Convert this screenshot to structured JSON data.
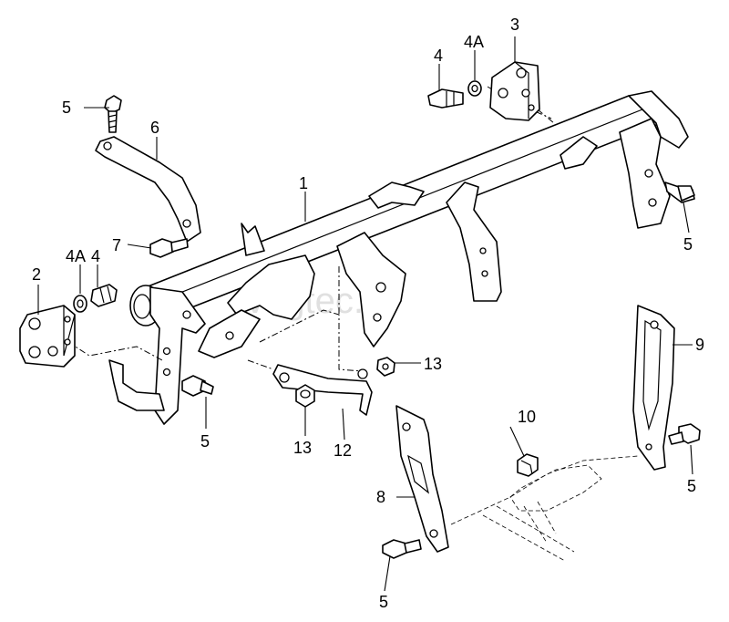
{
  "watermark": "vagtec.ru",
  "callouts": {
    "c1": "1",
    "c2": "2",
    "c3": "3",
    "c4_left": "4",
    "c4_top": "4",
    "c4a_left": "4A",
    "c4a_top": "4A",
    "c5_topleft": "5",
    "c5_right": "5",
    "c5_center": "5",
    "c5_bottom": "5",
    "c5_lowright": "5",
    "c6": "6",
    "c7": "7",
    "c8": "8",
    "c9": "9",
    "c10": "10",
    "c12": "12",
    "c13_right": "13",
    "c13_left": "13"
  }
}
